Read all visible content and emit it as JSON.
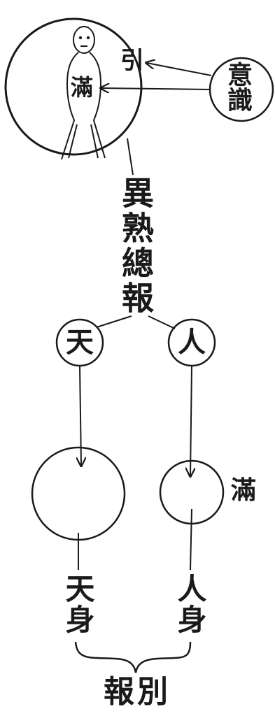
{
  "colors": {
    "ink": "#1a1a1a",
    "paper": "#ffffff"
  },
  "top_figure": {
    "label_yin": "引",
    "label_man": "滿"
  },
  "consciousness_node": {
    "label": "意識"
  },
  "stem_label": "異熟總報",
  "branch_nodes": {
    "heaven": "天",
    "human": "人"
  },
  "human_outcome_label": "滿",
  "bodies": {
    "heaven_body": "天身",
    "human_body": "人身"
  },
  "bottom_label": "報別"
}
